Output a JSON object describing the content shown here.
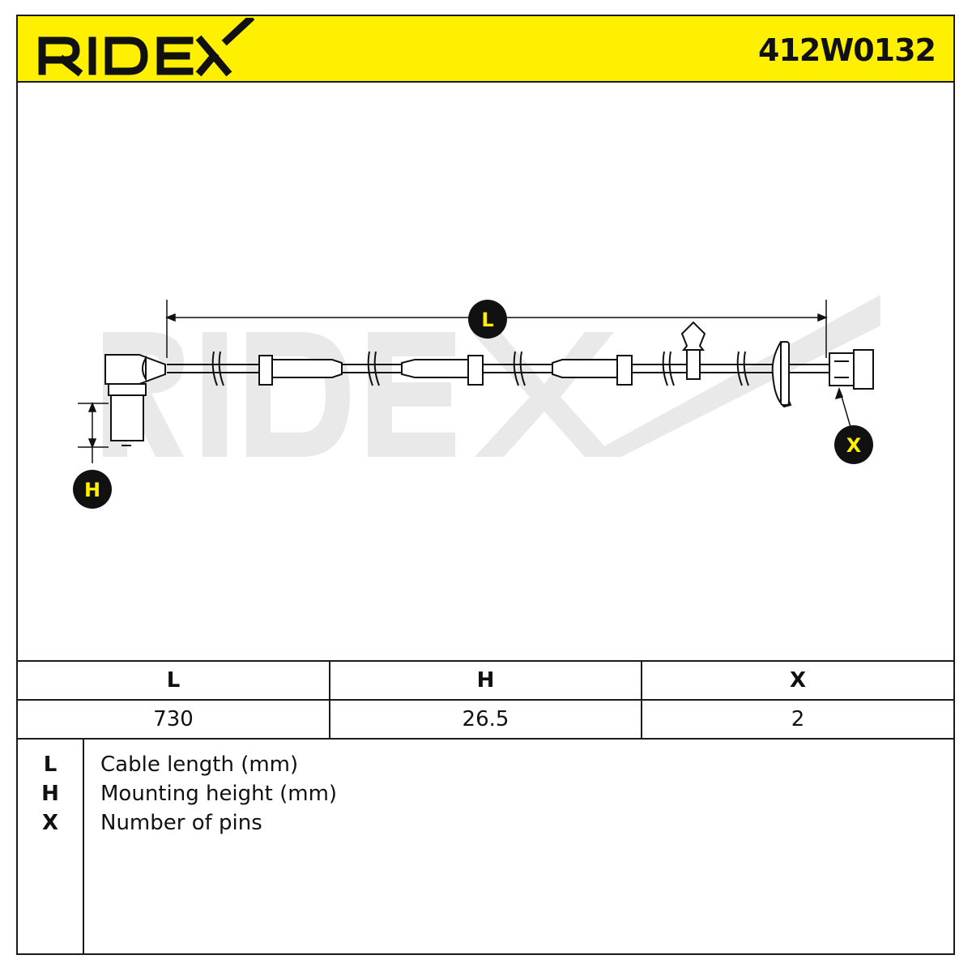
{
  "header": {
    "brand": "RIDEX",
    "part_number": "412W0132"
  },
  "drawing": {
    "watermark": "RIDEX",
    "markers": {
      "L": "L",
      "H": "H",
      "X": "X"
    }
  },
  "spec_table": {
    "headers": [
      "L",
      "H",
      "X"
    ],
    "values": [
      "730",
      "26.5",
      "2"
    ]
  },
  "legend": [
    {
      "key": "L",
      "text": "Cable length (mm)"
    },
    {
      "key": "H",
      "text": "Mounting height (mm)"
    },
    {
      "key": "X",
      "text": "Number of pins"
    }
  ],
  "colors": {
    "header_bg": "#ffef00",
    "watermark": "#e8e8e8",
    "marker_bg": "#111111",
    "marker_text": "#ffef00"
  }
}
